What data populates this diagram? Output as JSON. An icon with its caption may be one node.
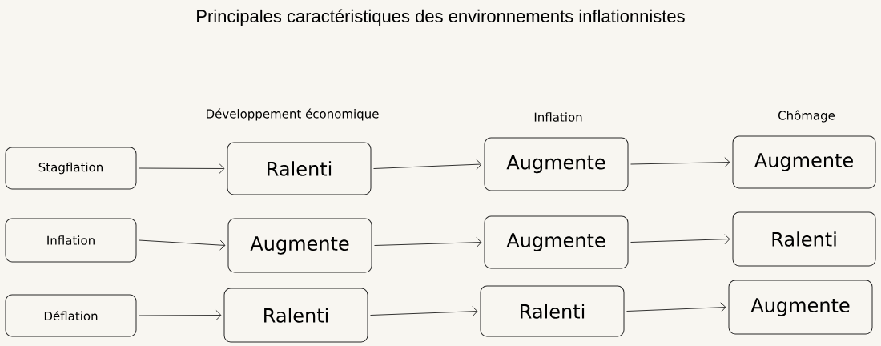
{
  "diagram": {
    "title": "Principales caractéristiques des environnements inflationnistes",
    "nodes": [
      {
        "text": [
          "Stagflation"
        ]
      },
      {
        "text": [
          "Ralenti"
        ]
      },
      {
        "text": [
          "Augmente"
        ]
      },
      {
        "text": [
          "Augmente"
        ]
      },
      {
        "text": [
          "Inflation"
        ]
      },
      {
        "text": [
          "Augmente"
        ]
      },
      {
        "text": [
          "Augmente"
        ]
      },
      {
        "text": [
          "Ralenti"
        ]
      },
      {
        "text": [
          "Déflation"
        ]
      },
      {
        "text": [
          "Ralenti"
        ]
      },
      {
        "text": [
          "Ralenti"
        ]
      },
      {
        "text": [
          "Augmente"
        ]
      }
    ],
    "edges": [
      {
        "from": 0,
        "to": 1,
        "arrow": "to"
      },
      {
        "from": 1,
        "to": 2,
        "arrow": "to"
      },
      {
        "from": 2,
        "to": 3,
        "arrow": "to"
      },
      {
        "from": 4,
        "to": 5,
        "arrow": "to"
      },
      {
        "from": 5,
        "to": 6,
        "arrow": "to"
      },
      {
        "from": 6,
        "to": 7,
        "arrow": "to"
      },
      {
        "from": 8,
        "to": 9,
        "arrow": "to"
      },
      {
        "from": 9,
        "to": 10,
        "arrow": "to"
      },
      {
        "from": 10,
        "to": 11,
        "arrow": "to"
      }
    ],
    "labels": [
      "Développement économique",
      "Inflation",
      "Chômage"
    ]
  }
}
